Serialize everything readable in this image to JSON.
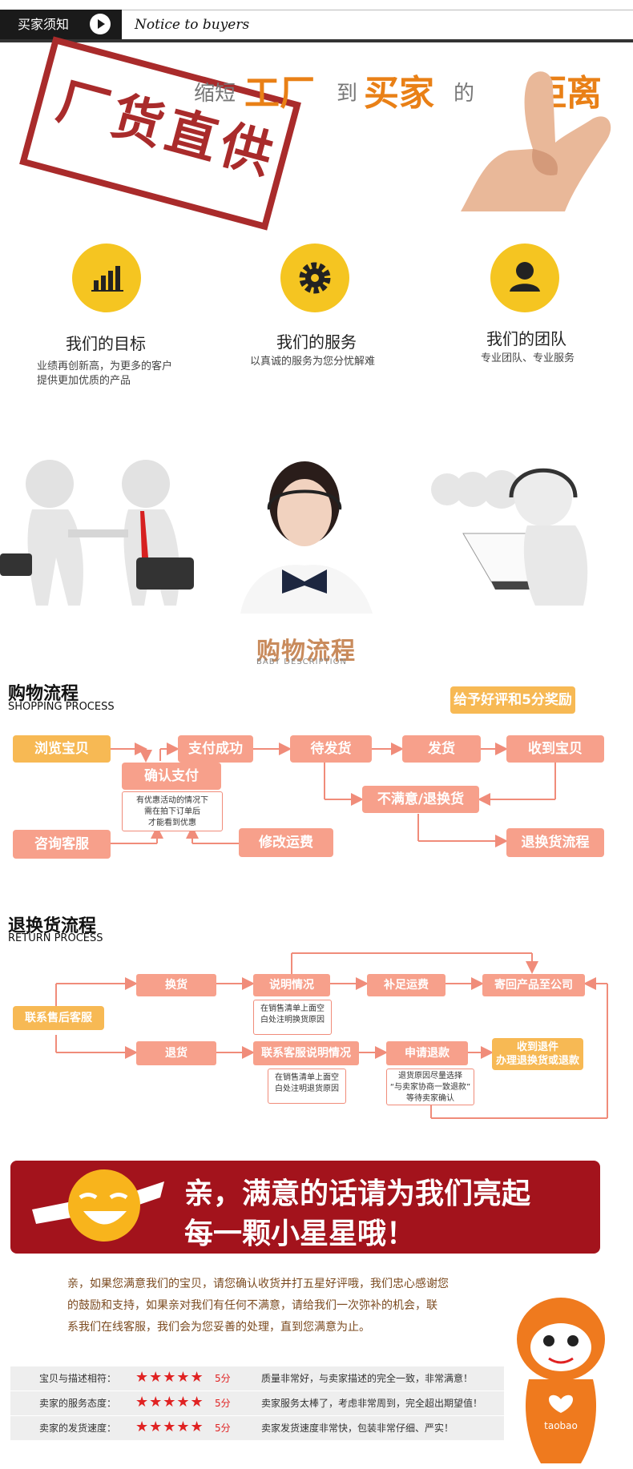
{
  "header": {
    "label": "买家须知",
    "subtitle": "Notice to buyers"
  },
  "banner": {
    "stamp": "厂货直供",
    "w1": "缩短",
    "w2": "工厂",
    "w3": "到",
    "w4": "买家",
    "w5": "的",
    "w6": "距离"
  },
  "features": [
    {
      "title": "我们的目标",
      "desc1": "业绩再创新高，为更多的客户",
      "desc2": "提供更加优质的产品"
    },
    {
      "title": "我们的服务",
      "desc1": "以真诚的服务为您分忧解难",
      "desc2": ""
    },
    {
      "title": "我们的团队",
      "desc1": "专业团队、专业服务",
      "desc2": ""
    }
  ],
  "shopping_section": {
    "title": "购物流程",
    "subtitle": "BABY DESCRIPTION"
  },
  "shopping": {
    "title": "购物流程",
    "subtitle": "SHOPPING PROCESS",
    "reward": "给予好评和5分奖励",
    "browse": "浏览宝贝",
    "paid": "支付成功",
    "pending": "待发货",
    "ship": "发货",
    "received": "收到宝贝",
    "confirm": "确认支付",
    "note1": "有优惠活动的情况下",
    "note2": "需在拍下订单后",
    "note3": "才能看到优惠",
    "unsatisfied": "不满意/退换货",
    "consult": "咨询客服",
    "modify": "修改运费",
    "return_flow": "退换货流程"
  },
  "returns": {
    "title": "退换货流程",
    "subtitle": "RETURN PROCESS",
    "contact": "联系售后客服",
    "exchange": "换货",
    "explain": "说明情况",
    "pay_shipping": "补足运费",
    "send_back": "寄回产品至公司",
    "refund": "退货",
    "contact_cs": "联系客服说明情况",
    "apply": "申请退款",
    "done1": "收到退件",
    "done2": "办理退换货或退款",
    "note_a1": "在销售清单上面空",
    "note_a2": "白处注明换货原因",
    "note_b1": "在销售清单上面空",
    "note_b2": "白处注明退货原因",
    "note_c1": "退货原因尽量选择",
    "note_c2": "“与卖家协商一致退款”",
    "note_c3": "等待卖家确认"
  },
  "star_banner": {
    "line1": "亲，满意的话请为我们亮起",
    "line2": "每一颗小星星哦！"
  },
  "message": {
    "l1": "亲，如果您满意我们的宝贝，请您确认收货并打五星好评哦，我们忠心感谢您",
    "l2": "的鼓励和支持，如果亲对我们有任何不满意，请给我们一次弥补的机会，联",
    "l3": "系我们在线客服，我们会为您妥善的处理，直到您满意为止。"
  },
  "ratings": [
    {
      "label": "宝贝与描述相符：",
      "stars": "★★★★★",
      "score": "5分",
      "desc": "质量非常好，与卖家描述的完全一致，非常满意！"
    },
    {
      "label": "卖家的服务态度：",
      "stars": "★★★★★",
      "score": "5分",
      "desc": "卖家服务太棒了，考虑非常周到，完全超出期望值！"
    },
    {
      "label": "卖家的发货速度：",
      "stars": "★★★★★",
      "score": "5分",
      "desc": "卖家发货速度非常快，包装非常仔细、严实！"
    }
  ],
  "mascot": {
    "text": "taobao"
  }
}
